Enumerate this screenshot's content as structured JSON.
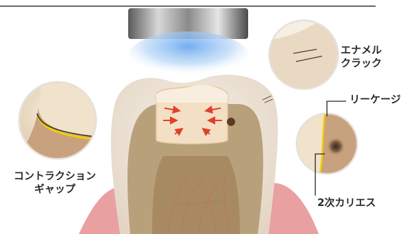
{
  "labels": {
    "enamel_crack": [
      "エナメル",
      "クラック"
    ],
    "leakage": "リーケージ",
    "secondary_caries": "2次カリエス",
    "contraction_gap": [
      "コントラクション",
      "ギャップ"
    ]
  },
  "colors": {
    "enamel": "#efe6dc",
    "dentin": "#b8a07a",
    "pulp": "#a88a62",
    "gum": "#e9a0a0",
    "filling": "#f3dfc4",
    "arrow": "#e0402a",
    "light": "#7fb8ef",
    "gap_line": "#f0d000"
  },
  "icons": [
    "curing-light-tip-icon",
    "shrink-arrow-icon"
  ],
  "shrink_arrow_count": 6
}
